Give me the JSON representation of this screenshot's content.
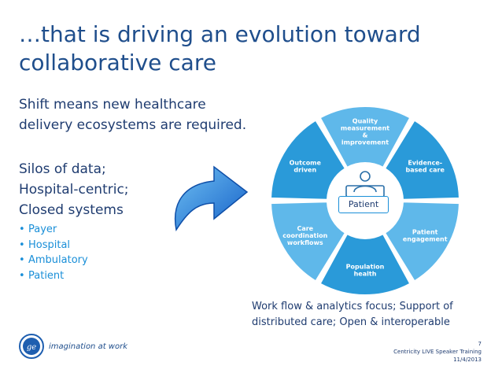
{
  "slide": {
    "title_line1": "…that is driving an evolution toward",
    "title_line2": "collaborative care",
    "subtitle_line1": "Shift means new healthcare",
    "subtitle_line2": "delivery ecosystems are required.",
    "silos_line1": "Silos of data;",
    "silos_line2": "Hospital-centric;",
    "silos_line3": "Closed systems",
    "bullets": [
      "Payer",
      "Hospital",
      "Ambulatory",
      "Patient"
    ],
    "cycle_segments": [
      {
        "lines": [
          "Quality",
          "measurement",
          "&",
          "improvement"
        ]
      },
      {
        "lines": [
          "Evidence-",
          "based care"
        ]
      },
      {
        "lines": [
          "Patient",
          "engagement"
        ]
      },
      {
        "lines": [
          "Population",
          "health"
        ]
      },
      {
        "lines": [
          "Care",
          "coordination",
          "workflows"
        ]
      },
      {
        "lines": [
          "Outcome",
          "driven"
        ]
      }
    ],
    "center_label": "Patient",
    "caption_line1": "Work flow & analytics focus; Support of",
    "caption_line2": "distributed care; Open & interoperable"
  },
  "footer": {
    "tagline": "imagination at work",
    "page_number": "7",
    "event": "Centricity LIVE Speaker Training",
    "date": "11/4/2013"
  },
  "colors": {
    "title": "#1f4e8c",
    "bullet": "#1a8fd8",
    "segment_light": "#5fb8ea",
    "segment_dark": "#2a9ad9",
    "arrow": "#1a6fd0"
  },
  "icons": {
    "arrow": "curved-arrow-icon",
    "center": "patient-bed-icon",
    "logo": "ge-logo-icon"
  }
}
